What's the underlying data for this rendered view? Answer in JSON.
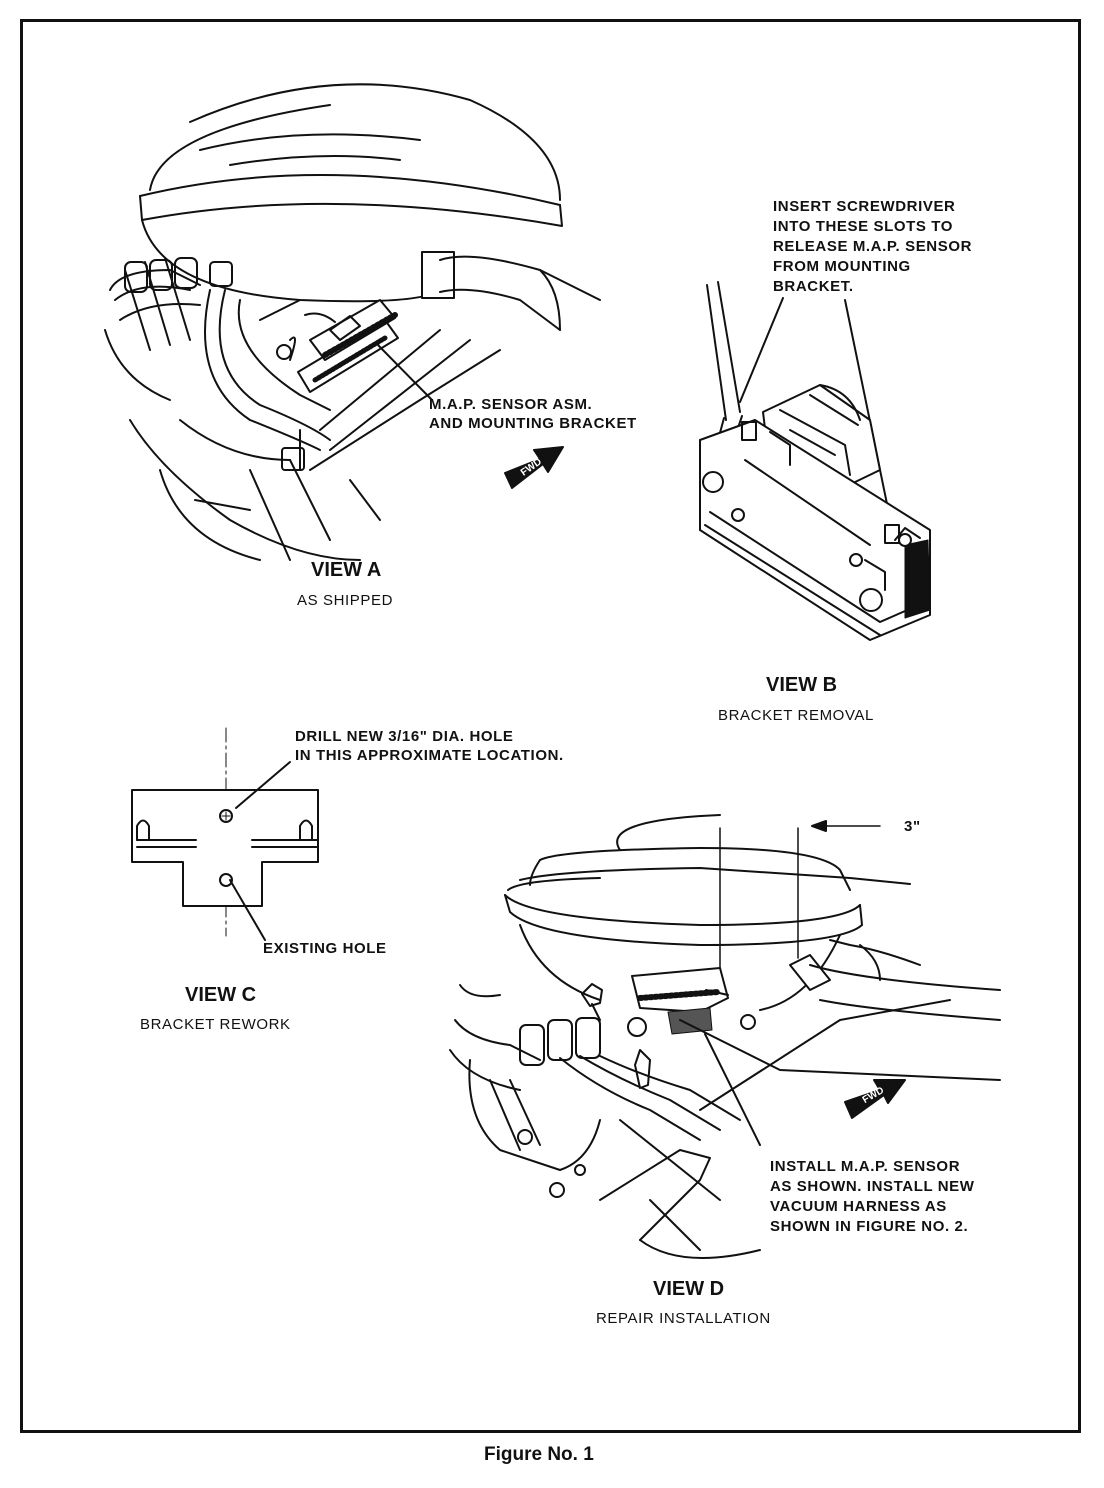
{
  "views": {
    "a": {
      "title": "VIEW A",
      "subtitle": "AS SHIPPED",
      "callout_line1": "M.A.P. SENSOR ASM.",
      "callout_line2": "AND MOUNTING BRACKET",
      "fwd": "FWD"
    },
    "b": {
      "title": "VIEW B",
      "subtitle": "BRACKET REMOVAL",
      "callout_lines": [
        "INSERT SCREWDRIVER",
        "INTO THESE SLOTS TO",
        "RELEASE M.A.P. SENSOR",
        "FROM MOUNTING",
        "BRACKET."
      ]
    },
    "c": {
      "title": "VIEW C",
      "subtitle": "BRACKET REWORK",
      "drill_line1": "DRILL NEW 3/16\" DIA. HOLE",
      "drill_line2": "IN THIS APPROXIMATE LOCATION.",
      "existing_hole": "EXISTING HOLE"
    },
    "d": {
      "title": "VIEW D",
      "subtitle": "REPAIR INSTALLATION",
      "dimension": "3\"",
      "fwd": "FWD",
      "callout_lines": [
        "INSTALL M.A.P. SENSOR",
        "AS SHOWN. INSTALL NEW",
        "VACUUM HARNESS AS",
        "SHOWN IN FIGURE NO. 2."
      ]
    }
  },
  "caption": "Figure No. 1"
}
